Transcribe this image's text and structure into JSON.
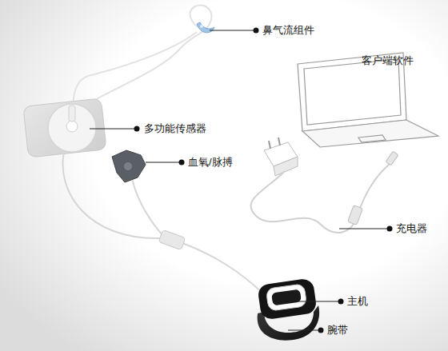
{
  "diagram": {
    "labels": [
      "鼻气流组件",
      "客户端软件",
      "多功能传感器",
      "血氧/脉搏",
      "充电器",
      "主机",
      "腕带"
    ]
  }
}
